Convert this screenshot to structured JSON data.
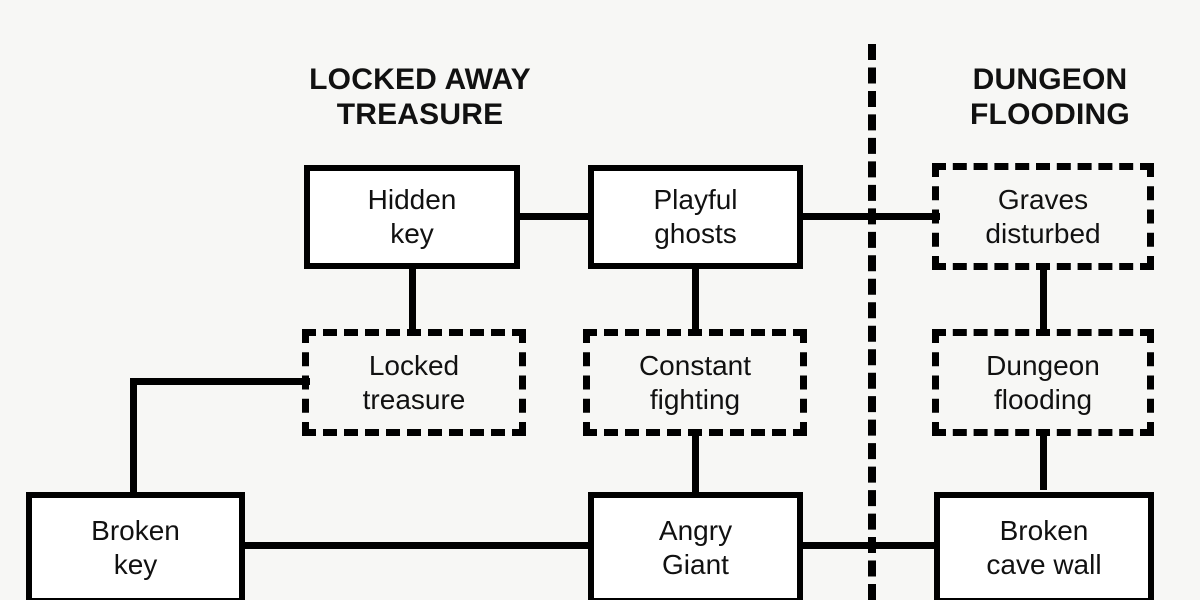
{
  "diagram": {
    "title_visible": false,
    "background_color": "#f7f7f5",
    "stroke_color": "#000000",
    "text_color": "#111111",
    "headings": [
      {
        "id": "heading-locked-away-treasure",
        "text": "LOCKED AWAY\nTREASURE"
      },
      {
        "id": "heading-dungeon-flooding",
        "text": "DUNGEON\nFLOODING"
      }
    ],
    "nodes": [
      {
        "id": "node-hidden-key",
        "label": "Hidden\nkey",
        "style": "solid"
      },
      {
        "id": "node-playful-ghosts",
        "label": "Playful\nghosts",
        "style": "solid"
      },
      {
        "id": "node-graves-disturbed",
        "label": "Graves\ndisturbed",
        "style": "dashed"
      },
      {
        "id": "node-locked-treasure",
        "label": "Locked\ntreasure",
        "style": "dashed"
      },
      {
        "id": "node-constant-fighting",
        "label": "Constant\nfighting",
        "style": "dashed"
      },
      {
        "id": "node-dungeon-flooding",
        "label": "Dungeon\nflooding",
        "style": "dashed"
      },
      {
        "id": "node-broken-key",
        "label": "Broken\nkey",
        "style": "solid"
      },
      {
        "id": "node-angry-giant",
        "label": "Angry\nGiant",
        "style": "solid"
      },
      {
        "id": "node-broken-cave-wall",
        "label": "Broken\ncave wall",
        "style": "solid"
      }
    ],
    "edges": [
      {
        "from": "node-hidden-key",
        "to": "node-playful-ghosts"
      },
      {
        "from": "node-playful-ghosts",
        "to": "node-graves-disturbed"
      },
      {
        "from": "node-hidden-key",
        "to": "node-locked-treasure"
      },
      {
        "from": "node-playful-ghosts",
        "to": "node-constant-fighting"
      },
      {
        "from": "node-graves-disturbed",
        "to": "node-dungeon-flooding"
      },
      {
        "from": "node-broken-key",
        "to": "node-locked-treasure"
      },
      {
        "from": "node-broken-key",
        "to": "node-angry-giant"
      },
      {
        "from": "node-angry-giant",
        "to": "node-constant-fighting"
      },
      {
        "from": "node-angry-giant",
        "to": "node-broken-cave-wall"
      },
      {
        "from": "node-broken-cave-wall",
        "to": "node-dungeon-flooding"
      }
    ],
    "divider": {
      "id": "section-divider",
      "orientation": "vertical",
      "style": "dashed"
    }
  }
}
